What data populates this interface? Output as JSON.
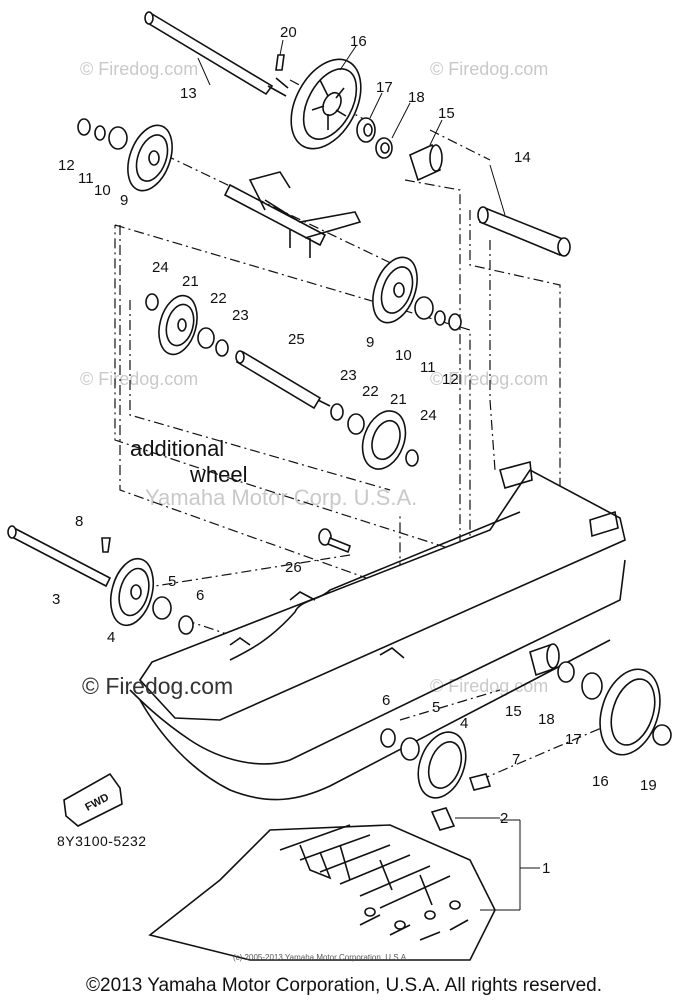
{
  "diagram": {
    "part_code": "8Y3100-5232",
    "additional_wheel_label": [
      "additional",
      "wheel"
    ],
    "fwd_label": "FWD",
    "copyright": "©2013 Yamaha Motor Corporation, U.S.A. All rights reserved.",
    "small_print": "(c) 2005-2013 Yamaha Motor Corporation, U.S.A.",
    "watermarks": {
      "firedog_small": "© Firedog.com",
      "firedog_large": "© Firedog.com",
      "yamaha": "Yamaha Motor Corp. U.S.A."
    },
    "callouts": [
      "20",
      "16",
      "13",
      "17",
      "18",
      "15",
      "12",
      "11",
      "10",
      "9",
      "14",
      "24",
      "21",
      "22",
      "23",
      "9",
      "10",
      "11",
      "12",
      "25",
      "23",
      "22",
      "21",
      "24",
      "8",
      "26",
      "3",
      "5",
      "6",
      "4",
      "15",
      "18",
      "6",
      "5",
      "4",
      "17",
      "16",
      "19",
      "7",
      "2",
      "1"
    ]
  }
}
